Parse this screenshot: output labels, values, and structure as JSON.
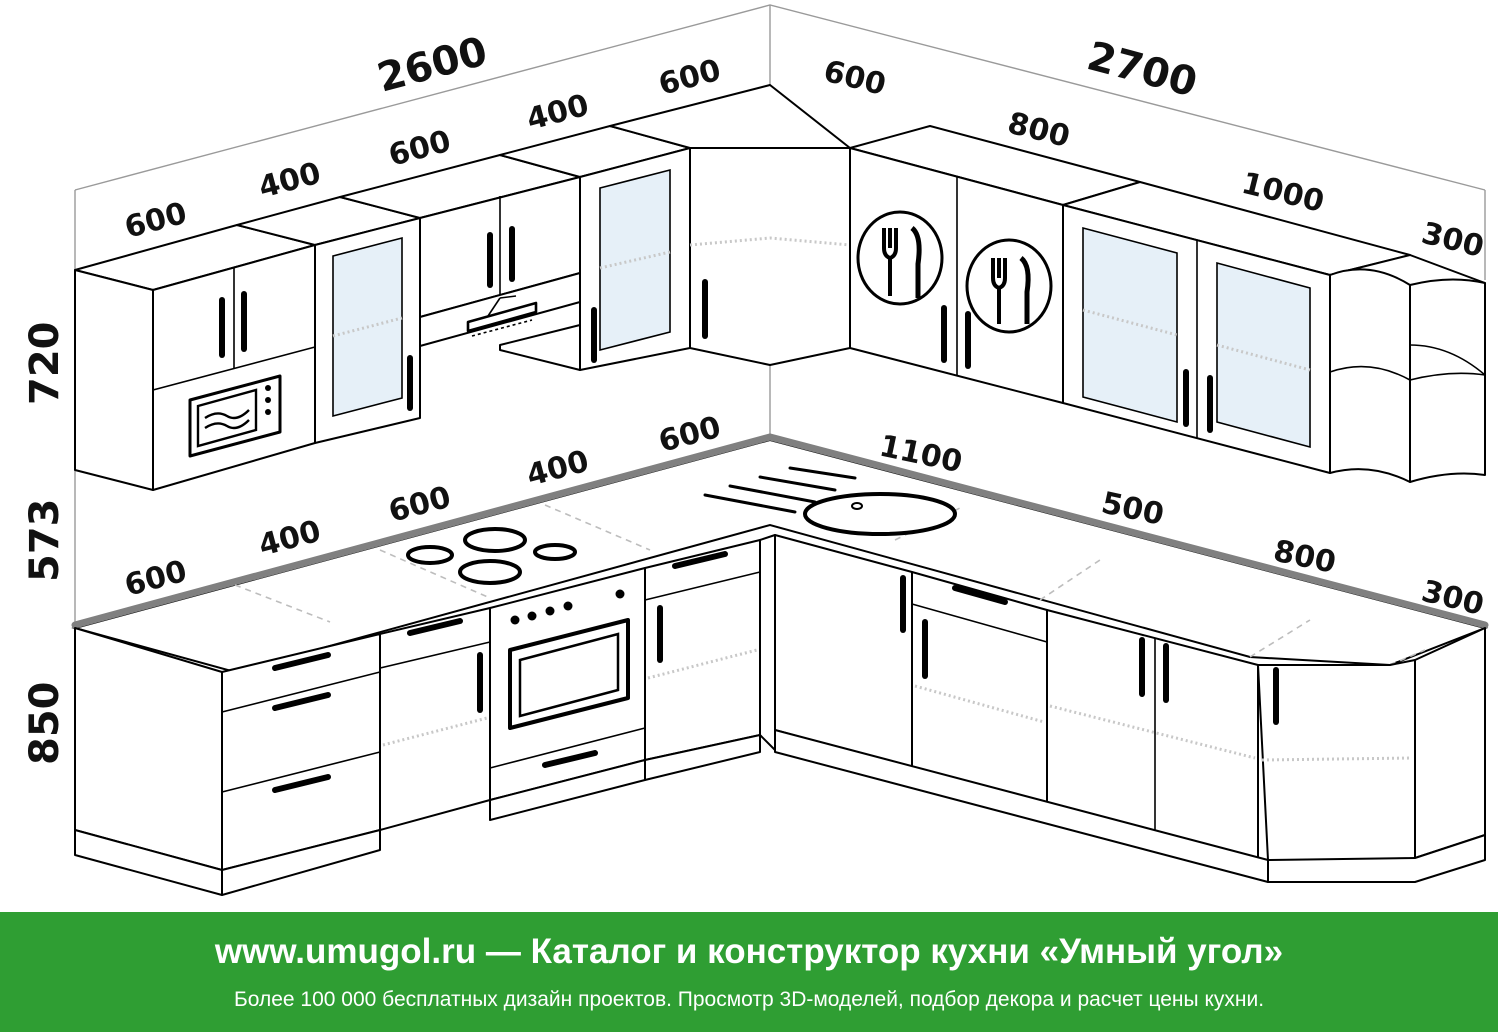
{
  "dimensions": {
    "wall_left_total": "2600",
    "wall_right_total": "2700",
    "height_upper": "720",
    "height_gap": "573",
    "height_base": "850",
    "upper_left": [
      "600",
      "400",
      "600",
      "400",
      "600"
    ],
    "upper_right": [
      "600",
      "800",
      "1000",
      "300"
    ],
    "base_left": [
      "600",
      "400",
      "600",
      "400",
      "600"
    ],
    "base_right": [
      "1100",
      "500",
      "800",
      "300"
    ]
  },
  "footer": {
    "site": "www.umugol.ru",
    "dash": "—",
    "title": "Каталог и конструктор кухни «Умный угол»",
    "subtitle": "Более 100 000 бесплатных дизайн проектов. Просмотр 3D-моделей, подбор декора и расчет цены кухни."
  },
  "colors": {
    "footer_background": "#2f9e33",
    "footer_text": "#ffffff",
    "countertop_edge": "#808080",
    "glass": "#e6f0f8"
  },
  "icons": [
    "microwave-icon",
    "cooker-hood-icon",
    "fork-knife-plate-icon",
    "induction-hob-icon",
    "sink-icon",
    "oven-icon"
  ]
}
